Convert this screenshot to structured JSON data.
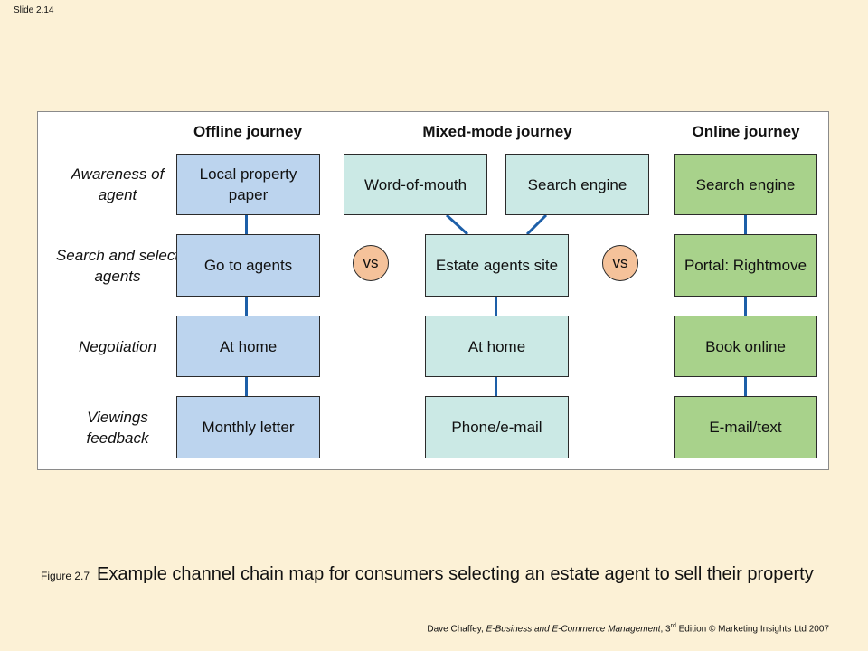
{
  "slide_number": "Slide 2.14",
  "column_headers": {
    "offline": "Offline journey",
    "mixed": "Mixed-mode journey",
    "online": "Online journey"
  },
  "row_labels": [
    "Awareness of agent",
    "Search and select agents",
    "Negotiation",
    "Viewings feedback"
  ],
  "offline_boxes": [
    "Local property paper",
    "Go to agents",
    "At home",
    "Monthly letter"
  ],
  "mixed_top_boxes": [
    "Word-of-mouth",
    "Search engine"
  ],
  "mixed_boxes": [
    "Estate agents site",
    "At home",
    "Phone/e-mail"
  ],
  "online_boxes": [
    "Search engine",
    "Portal: Rightmove",
    "Book online",
    "E-mail/text"
  ],
  "vs_label": "vs",
  "colors": {
    "offline_fill": "#bcd4ee",
    "mixed_fill": "#cbe9e5",
    "online_fill": "#a8d28b",
    "vs_fill": "#f5c29a",
    "connector": "#1d5fa8",
    "slide_background": "#fcf1d6"
  },
  "caption": {
    "figure_label": "Figure 2.7",
    "text": "Example channel chain map for consumers selecting an estate agent to sell their property"
  },
  "footer": {
    "author": "Dave Chaffey, ",
    "book_title": "E-Business and E-Commerce Management",
    "edition_number": ", 3",
    "edition_suffix": "rd",
    "rest": " Edition © Marketing Insights Ltd 2007"
  }
}
